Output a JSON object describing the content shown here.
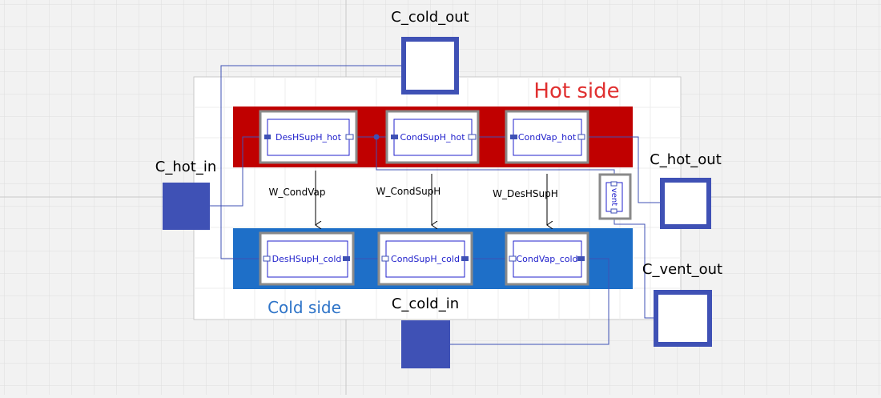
{
  "connectors": {
    "cold_out": "C_cold_out",
    "hot_in": "C_hot_in",
    "hot_out": "C_hot_out",
    "vent_out": "C_vent_out",
    "cold_in": "C_cold_in"
  },
  "regions": {
    "hot": "Hot side",
    "cold": "Cold side"
  },
  "blocks": {
    "hot": [
      "DesHSupH_hot",
      "CondSupH_hot",
      "CondVap_hot"
    ],
    "cold": [
      "DesHSupH_cold",
      "CondSupH_cold",
      "CondVap_cold"
    ],
    "vent": "vent"
  },
  "flows": [
    "W_CondVap",
    "W_CondSupH",
    "W_DesHSupH"
  ],
  "colors": {
    "connector_blue": "#3f51b5",
    "hot_region": "#c00000",
    "cold_region": "#1e6fc8",
    "hot_title": "#e03030",
    "cold_title": "#2e74c8",
    "block_text": "#2222cc",
    "wire": "#3f51b5"
  }
}
